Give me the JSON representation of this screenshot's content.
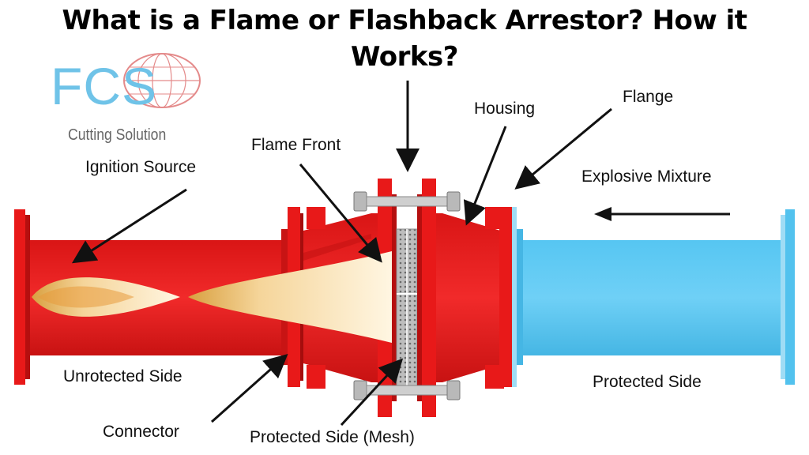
{
  "title": {
    "line1": "What is a Flame or Flashback Arrestor? How it",
    "line2": "Works?"
  },
  "logo": {
    "name": "FCS",
    "tagline": "Cutting Solution"
  },
  "labels": {
    "ignition_source": "Ignition Source",
    "flame_front": "Flame Front",
    "housing": "Housing",
    "flange": "Flange",
    "explosive_mixture": "Explosive Mixture",
    "unprotected_side": "Unrotected Side",
    "connector": "Connector",
    "protected_side_mesh": "Protected Side (Mesh)",
    "protected_side": "Protected Side"
  },
  "colors": {
    "red": "#e81919",
    "dark_red": "#b50f0f",
    "blue": "#52c2ee",
    "light_blue": "#9fdcf5",
    "flame": "#f7d9a0"
  }
}
